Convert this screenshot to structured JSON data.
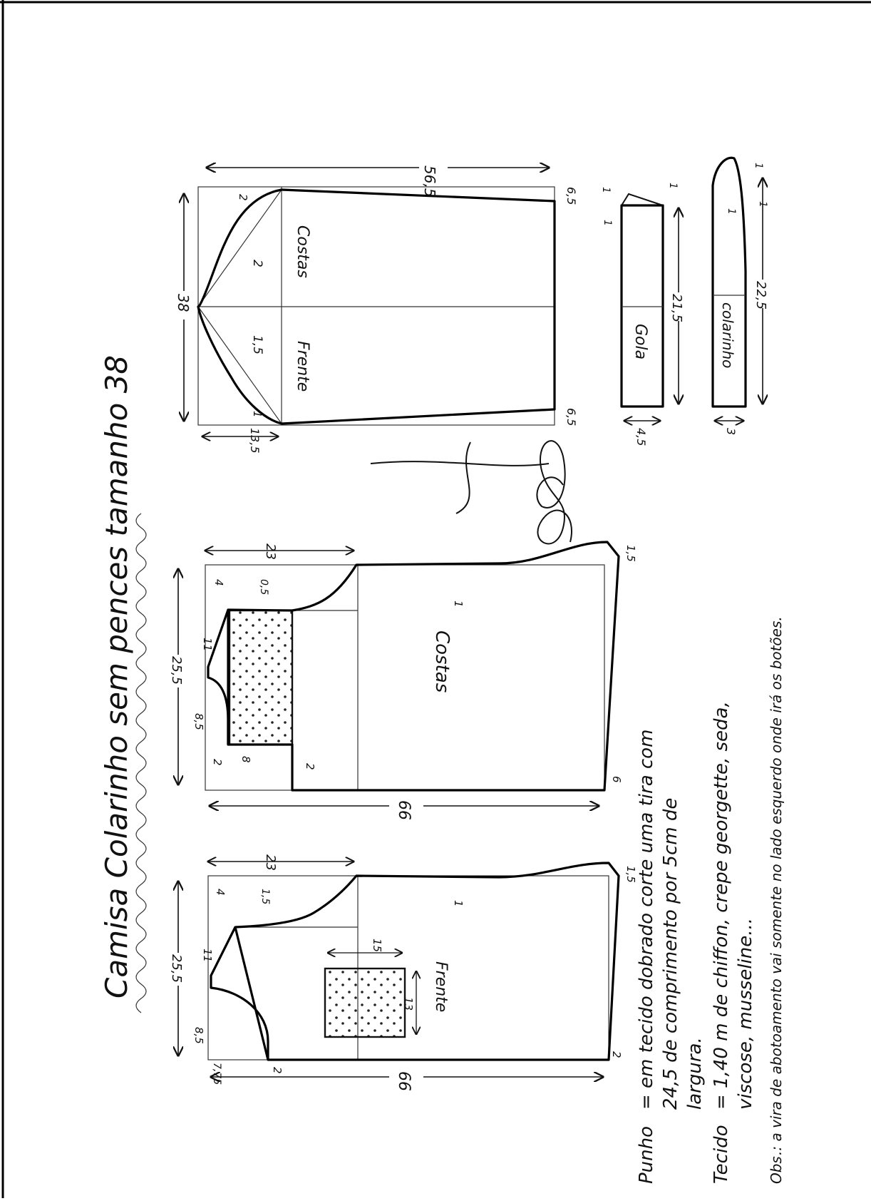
{
  "title": "Camisa Colarinho sem pences tamanho 38",
  "colors": {
    "ink": "#111111",
    "paper": "#ffffff",
    "tint": "#ececec"
  },
  "sleeve": {
    "label_back": "Costas",
    "label_front": "Frente",
    "dim_length": "56,5",
    "dim_width": "38",
    "dim_cap": "13,5",
    "dim_edge_top": "6,5",
    "dim_edge_bottom": "6,5",
    "m_top": "2",
    "m_curve_back": "2",
    "m_curve_front": "1,5",
    "m_bottom": "1"
  },
  "collar_band": {
    "label": "Gola",
    "dim_length": "21,5",
    "dim_height": "4,5",
    "m_a": "1",
    "m_b": "1",
    "m_c": "1"
  },
  "collar_stand": {
    "label": "colarinho",
    "dim_length": "22,5",
    "dim_height": "3",
    "m_a": "1",
    "m_b": "1",
    "m_c": "1"
  },
  "back_piece": {
    "label": "Costas",
    "dim_length": "66",
    "dim_width": "25,5",
    "dim_armhole": "23",
    "dim_neck": "8,5",
    "dim_shoulder": "11",
    "dim_drop": "4",
    "dim_curve": "0,5",
    "dim_yoke": "8",
    "dim_neck_depth": "2",
    "dim_yoke_mark": "2",
    "dim_hem_side": "6",
    "dim_hip": "1,5",
    "dim_side": "1"
  },
  "front_piece": {
    "label": "Frente",
    "dim_length": "66",
    "dim_width": "25,5",
    "dim_armhole": "23",
    "dim_neck": "8,5",
    "dim_shoulder": "11",
    "dim_drop": "4",
    "dim_curve": "1,5",
    "dim_neck_depth": "7,75",
    "dim_placket": "2",
    "dim_hem": "2",
    "dim_hip": "1,5",
    "dim_side": "1",
    "pocket_w": "15",
    "pocket_h": "13"
  },
  "notes": {
    "punho_label": "Punho",
    "punho_line1": "= em  tecido dobrado corte uma tira com",
    "punho_line2": "24,5  de  comprimento por 5cm de",
    "punho_line3": "largura.",
    "tecido_label": "Tecido",
    "tecido_line1": "= 1,40 m de chiffon, crepe georgette, seda,",
    "tecido_line2": "viscose, musseline...",
    "obs_label": "Obs",
    "obs_line": ".: a vira de abotoamento vai somente no lado esquerdo onde irá os botões."
  }
}
